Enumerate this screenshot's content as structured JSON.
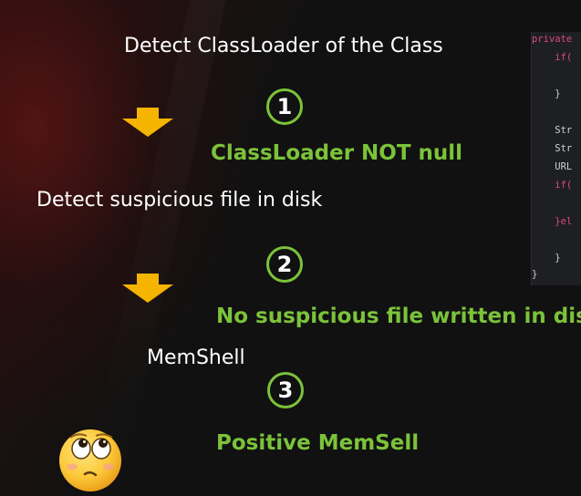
{
  "steps": [
    {
      "number": "1",
      "heading": "Detect ClassLoader of the Class",
      "result": "ClassLoader NOT null"
    },
    {
      "number": "2",
      "heading": "Detect suspicious file in disk",
      "result": "No suspicious file written in disk"
    },
    {
      "number": "3",
      "heading": "MemShell",
      "result": "Positive MemSell"
    }
  ],
  "code_snippet": {
    "lines": [
      {
        "text": "private",
        "keyword": true
      },
      {
        "text": "    if(",
        "keyword": true
      },
      {
        "text": "",
        "keyword": false
      },
      {
        "text": "    }",
        "keyword": false
      },
      {
        "text": "",
        "keyword": false
      },
      {
        "text": "    Str",
        "keyword": false
      },
      {
        "text": "    Str",
        "keyword": false
      },
      {
        "text": "    URL",
        "keyword": false
      },
      {
        "text": "    if(",
        "keyword": true
      },
      {
        "text": "",
        "keyword": false
      },
      {
        "text": "    }el",
        "keyword": true
      },
      {
        "text": "",
        "keyword": false
      },
      {
        "text": "    }",
        "keyword": false
      },
      {
        "text": "}",
        "keyword": false
      }
    ]
  },
  "icons": {
    "arrow": "down-arrow-icon",
    "emoji": "thinking-eyes-emoji-icon"
  },
  "colors": {
    "accent_green": "#7bc33a",
    "arrow_yellow": "#f5b400",
    "keyword_pink": "#d94a78",
    "background": "#111111"
  }
}
